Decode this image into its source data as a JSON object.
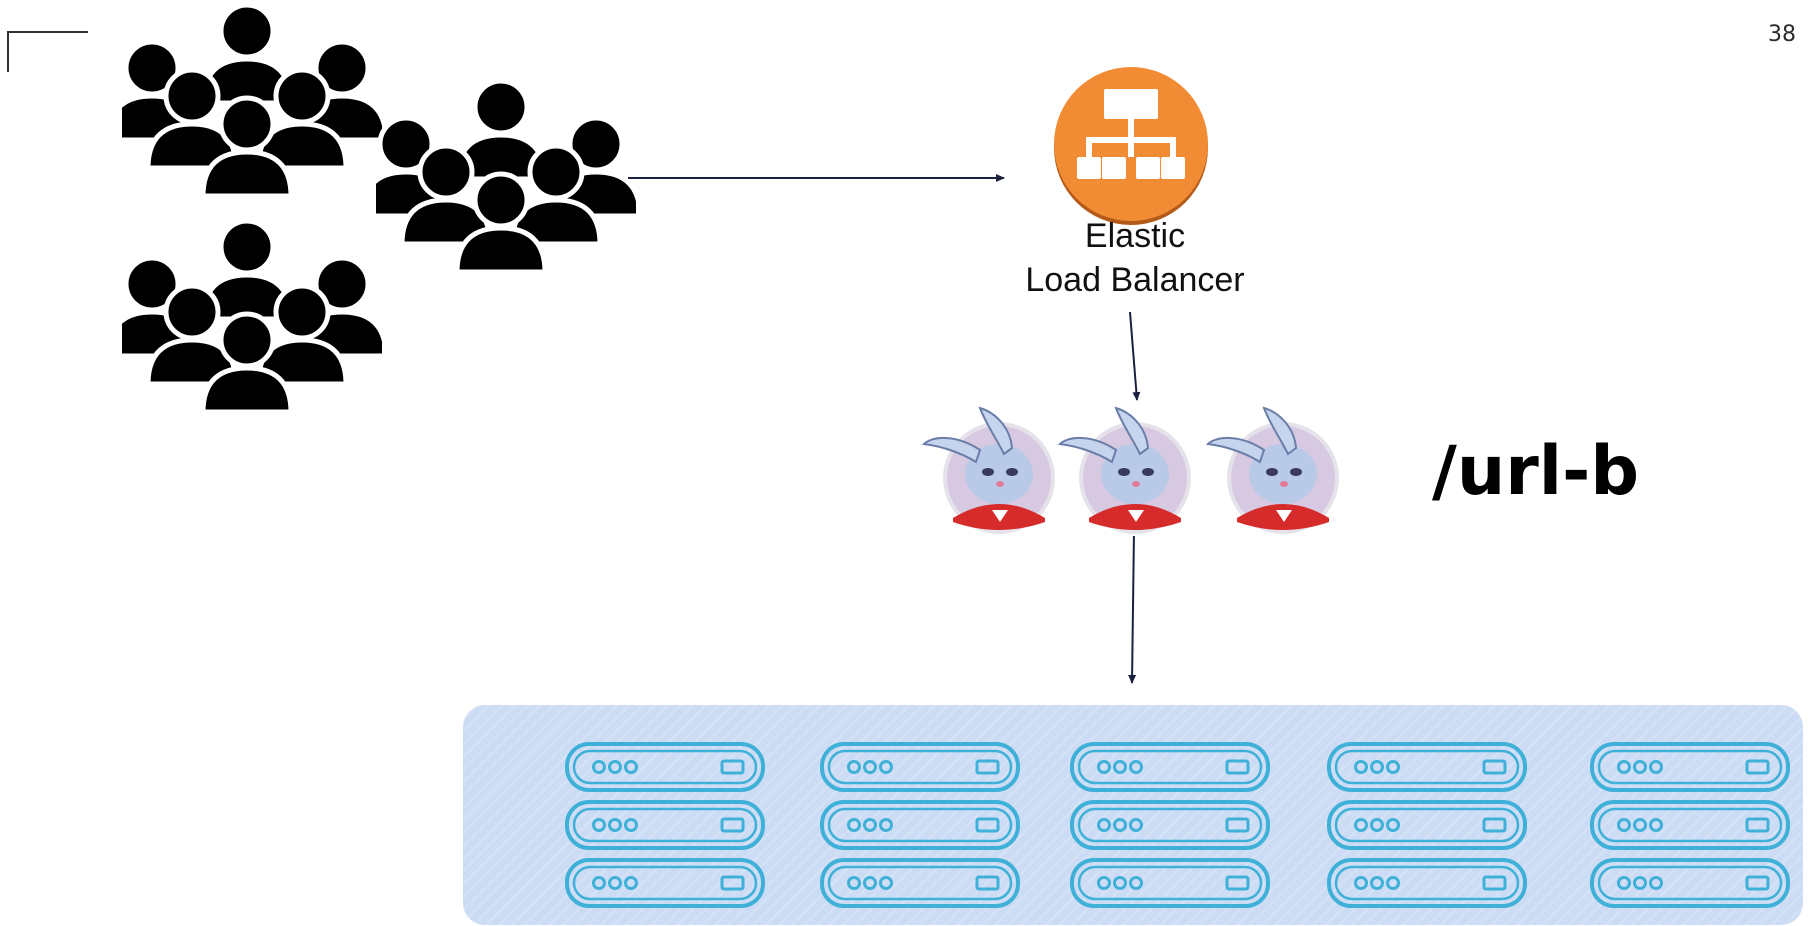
{
  "slide": {
    "number": "38"
  },
  "users": {
    "icon": "user-group-icon",
    "group_count": 3
  },
  "load_balancer": {
    "icon": "load-balancer-icon",
    "label_lines": [
      "Elastic",
      "Load Balancer"
    ],
    "color": "#f28c34"
  },
  "instances": {
    "icon": "rabbit-mascot-icon",
    "count": 3
  },
  "route": {
    "label": "/url-b"
  },
  "server_pool": {
    "icon": "server-icon",
    "racks": 5,
    "units_per_rack": 3,
    "server_color": "#3fb0d8",
    "background_color": "#ccdcf4"
  },
  "arrows": {
    "color": "#1b2240"
  }
}
